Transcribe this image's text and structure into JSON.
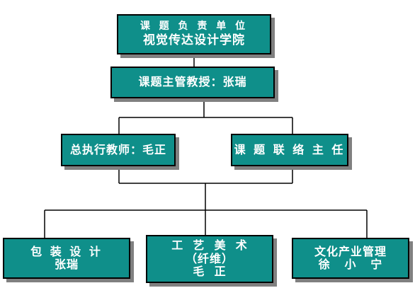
{
  "root": {
    "line1": "课 题 负 责 单 位",
    "line2": "视觉传达设计学院"
  },
  "professor": {
    "label": "课题主管教授：张瑞"
  },
  "executive": {
    "label": "总执行教师：毛正"
  },
  "liaison": {
    "label": "课 题 联 络 主 任"
  },
  "packaging": {
    "line1": "包 装 设 计",
    "line2": "张瑞"
  },
  "craft": {
    "line1": "工  艺  美  术",
    "line2": "（纤维）",
    "line3": "毛  正"
  },
  "culture": {
    "line1": "文化产业管理",
    "line2": "徐   小   宁"
  },
  "colors": {
    "box_fill": "#0f8f8a",
    "box_border": "#000000",
    "shadow": "#808080",
    "text": "#ffffff",
    "connector": "#000000"
  }
}
